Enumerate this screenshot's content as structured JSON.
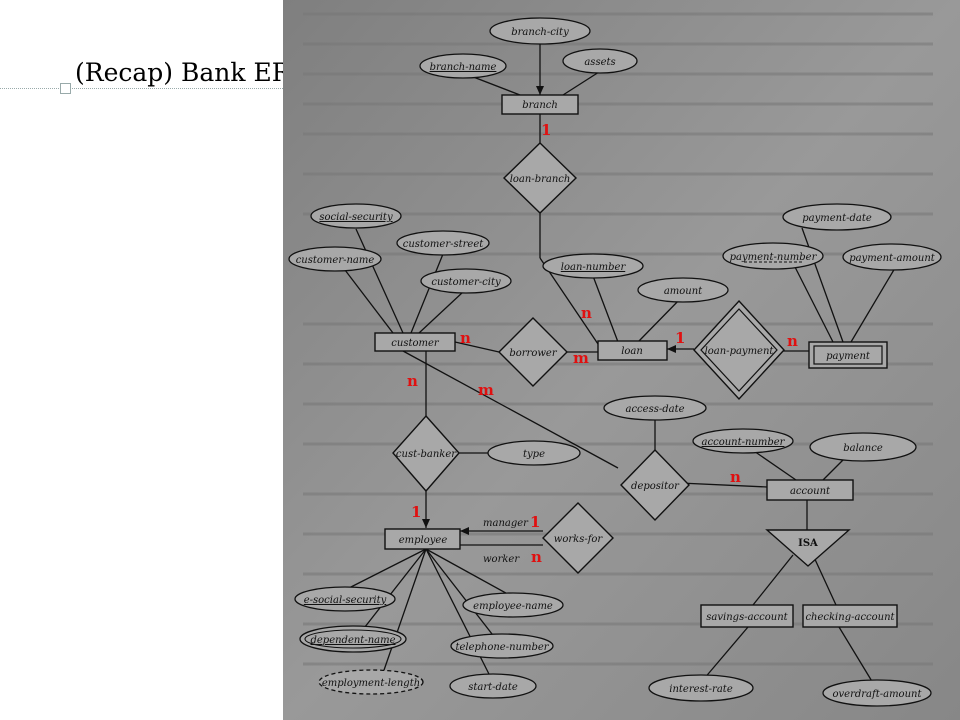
{
  "slide": {
    "title": "(Recap) Bank ER"
  },
  "diagram": {
    "entities": {
      "branch": "branch",
      "customer": "customer",
      "loan": "loan",
      "payment": "payment",
      "account": "account",
      "employee": "employee",
      "savings_account": "savings-account",
      "checking_account": "checking-account"
    },
    "relationships": {
      "loan_branch": "loan-branch",
      "borrower": "borrower",
      "loan_payment": "loan-payment",
      "cust_banker": "cust-banker",
      "depositor": "depositor",
      "works_for": "works-for",
      "isa": "ISA"
    },
    "attributes": {
      "branch_city": "branch-city",
      "branch_name": "branch-name",
      "assets": "assets",
      "social_security": "social-security",
      "customer_street": "customer-street",
      "customer_name": "customer-name",
      "customer_city": "customer-city",
      "loan_number": "loan-number",
      "amount": "amount",
      "payment_date": "payment-date",
      "payment_number": "payment-number",
      "payment_amount": "payment-amount",
      "access_date": "access-date",
      "type": "type",
      "account_number": "account-number",
      "balance": "balance",
      "e_social_security": "e-social-security",
      "employee_name": "employee-name",
      "dependent_name": "dependent-name",
      "telephone_number": "telephone-number",
      "employment_length": "employment-length",
      "start_date": "start-date",
      "interest_rate": "interest-rate",
      "overdraft_amount": "overdraft-amount"
    },
    "role_labels": {
      "manager": "manager",
      "worker": "worker"
    },
    "cardinalities": {
      "branch_loan_branch": "1",
      "loan_branch_loan": "n",
      "customer_borrower": "n",
      "loan_borrower_1": "1",
      "payment_loan_payment": "n",
      "borrower_loan": "m",
      "customer_cust_banker": "n",
      "customer_depositor": "m",
      "account_depositor": "n",
      "employee_cust_banker": "1",
      "works_for_manager": "1",
      "works_for_worker": "n"
    },
    "colors": {
      "annotation": "#e01010",
      "photo_bg": "#8e8e8e",
      "ink": "#111111"
    }
  }
}
